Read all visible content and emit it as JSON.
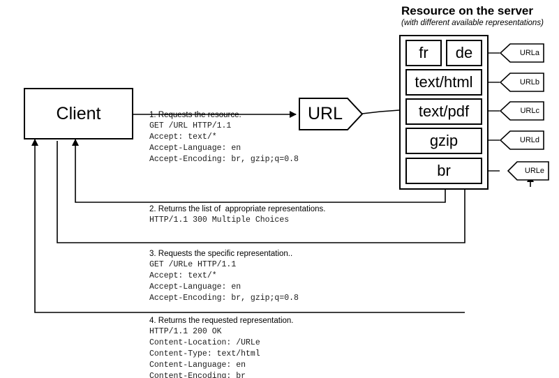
{
  "header": {
    "title": "Resource on the server",
    "subtitle": "(with different available representations)"
  },
  "client": {
    "label": "Client"
  },
  "url_node": {
    "label": "URL"
  },
  "representations": [
    {
      "label": "fr",
      "url_label": "URLa"
    },
    {
      "label": "de",
      "url_label": "URLb"
    },
    {
      "label": "text/html",
      "url_label": "URLc"
    },
    {
      "label": "text/pdf",
      "url_label": "URLd"
    },
    {
      "label": "gzip",
      "url_label": "URLe"
    },
    {
      "label": "br",
      "url_label": ""
    }
  ],
  "url_tags": [
    "URLa",
    "URLb",
    "URLc",
    "URLd",
    "URLe"
  ],
  "steps": [
    {
      "title": "1. Requests the resource.",
      "lines": [
        "GET /URL HTTP/1.1",
        "Accept: text/*",
        "Accept-Language: en",
        "Accept-Encoding: br, gzip;q=0.8"
      ]
    },
    {
      "title": "2. Returns the list of  appropriate representations.",
      "lines": [
        "HTTP/1.1 300 Multiple Choices"
      ]
    },
    {
      "title": "3. Requests the specific representation..",
      "lines": [
        "GET /URLe HTTP/1.1",
        "Accept: text/*",
        "Accept-Language: en",
        "Accept-Encoding: br, gzip;q=0.8"
      ]
    },
    {
      "title": "4. Returns the requested representation.",
      "lines": [
        "HTTP/1.1 200 OK",
        "Content-Location: /URLe",
        "Content-Type: text/html",
        "Content-Language: en",
        "Content-Encoding: br"
      ]
    }
  ],
  "colors": {
    "stroke": "#000000",
    "background": "#ffffff",
    "mono_text": "#1a1a1a"
  }
}
